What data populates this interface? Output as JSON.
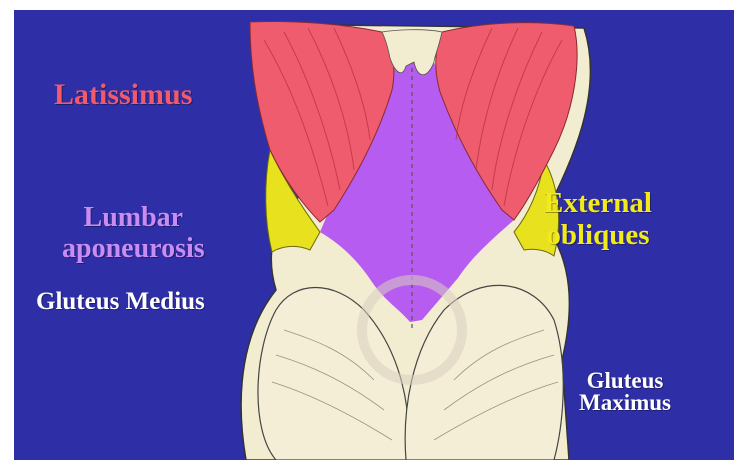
{
  "labels": {
    "latissimus": "Latissimus",
    "lumbar_line1": "Lumbar",
    "lumbar_line2": "aponeurosis",
    "external_line1": "External",
    "external_line2": "obliques",
    "gluteus_medius": "Gluteus Medius",
    "gluteus_max_line1": "Gluteus",
    "gluteus_max_line2": "Maximus"
  },
  "colors": {
    "background": "#2e2fa6",
    "latissimus": "#f25a6a",
    "lumbar_aponeurosis": "#b65cf0",
    "external_obliques": "#e8e21e",
    "skin": "#f2ecd0",
    "label_white": "#ffffff"
  }
}
